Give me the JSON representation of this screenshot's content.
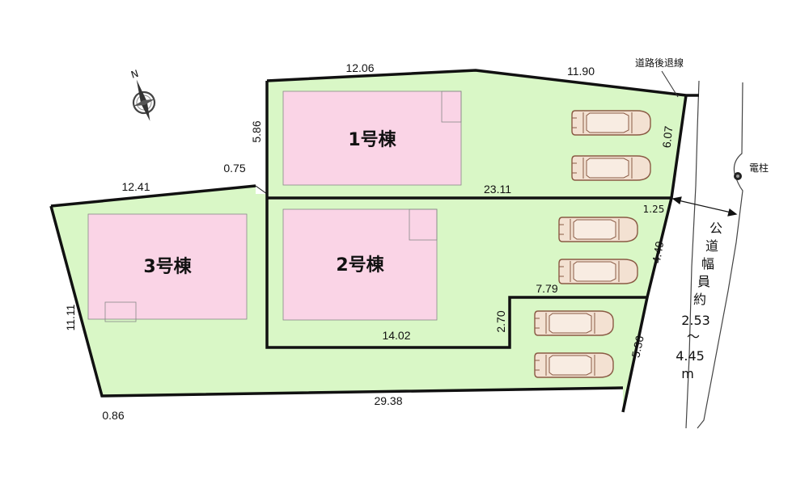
{
  "buildings": {
    "b1": "1号棟",
    "b2": "2号棟",
    "b3": "3号棟"
  },
  "dimensions": {
    "top_left": "12.06",
    "top_right": "11.90",
    "lot1_left": "5.86",
    "lot1_right": "6.07",
    "lot1_bottom": "23.11",
    "step": "0.75",
    "lot3_top": "12.41",
    "lot3_left": "11.11",
    "lot3_bottom_left": "0.86",
    "corner_right": "1.25",
    "lot2_right": "4.49",
    "lot2_inner_top": "7.79",
    "lot2_inner_step": "2.70",
    "lot2_bottom": "14.02",
    "access_right": "5.36",
    "bottom_total": "29.38"
  },
  "labels": {
    "setback": "道路後退線",
    "pole": "電柱",
    "road_width_chars": [
      "公",
      "道",
      "幅",
      "員",
      "約"
    ],
    "road_width_min": "2.53",
    "road_width_sep": "～",
    "road_width_max": "4.45",
    "road_width_unit": "m",
    "north": "N"
  },
  "colors": {
    "lot_fill": "#d9f7c6",
    "building_fill": "#fad4e6",
    "car_fill": "#f3e1d2",
    "line": "#111111"
  }
}
